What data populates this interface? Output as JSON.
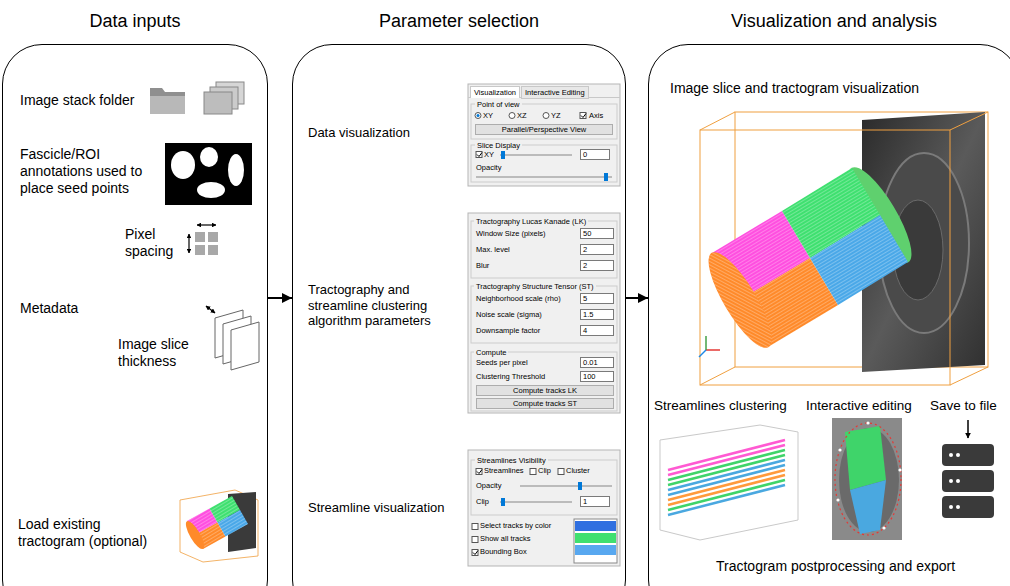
{
  "diagram": {
    "nodes": [
      {
        "text": [
          "Data inputs"
        ]
      },
      {
        "text": [
          "Parameter selection"
        ]
      },
      {
        "text": [
          "Visualization and analysis"
        ]
      }
    ],
    "edges": [
      {
        "from": 0,
        "to": 1,
        "arrow": "to"
      },
      {
        "from": 1,
        "to": 2,
        "arrow": "to"
      }
    ],
    "labels": [
      "Image stack folder",
      "Fascicle/ROI annotations used to place seed points",
      "Pixel spacing",
      "Metadata",
      "Image slice thickness",
      "Load existing tractogram (optional)",
      "Data visualization",
      "Tractography and streamline clustering algorithm parameters",
      "Streamline visualization",
      "Visualization",
      "Interactive Editing",
      "Point of view",
      "XY",
      "XZ",
      "YZ",
      "Axis",
      "Parallel/Perspective View",
      "Slice Display",
      "XY",
      "0",
      "Opacity",
      "Tractography Lucas Kanade (LK)",
      "Window Size (pixels)",
      "50",
      "Max. level",
      "2",
      "Blur",
      "2",
      "Tractography Structure Tensor (ST)",
      "Neighborhood scale (rho)",
      "5",
      "Noise scale (sigma)",
      "1.5",
      "Downsample factor",
      "4",
      "Compute",
      "Seeds per pixel",
      "0.01",
      "Clustering Threshold",
      "100",
      "Compute tracks LK",
      "Compute tracks ST",
      "Streamlines Visibility",
      "Streamlines",
      "Clip",
      "Cluster",
      "Opacity",
      "Clip",
      "1",
      "Select tracks by color",
      "Show all tracks",
      "Bounding Box",
      "Image slice and tractogram visualization",
      "Streamlines clustering",
      "Interactive editing",
      "Save to file",
      "Tractogram postprocessing and export"
    ]
  }
}
